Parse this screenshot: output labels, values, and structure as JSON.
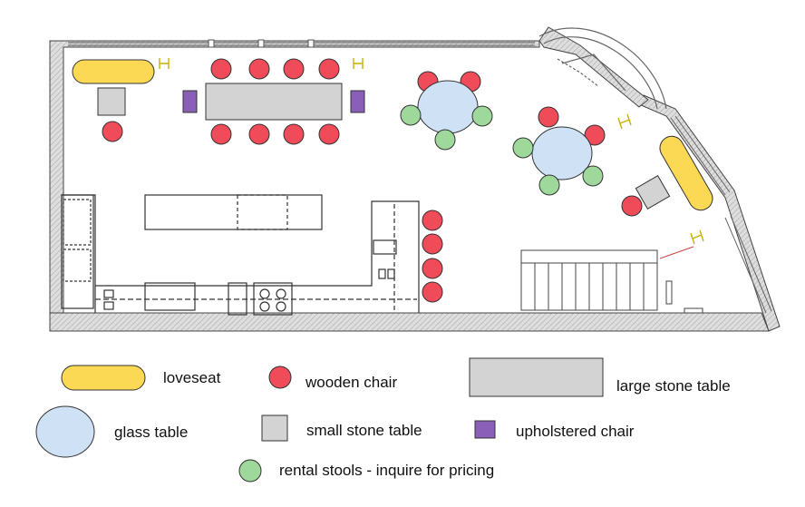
{
  "legend": {
    "loveseat": {
      "label": "loveseat",
      "color": "#fcd955"
    },
    "wooden_chair": {
      "label": "wooden chair",
      "color": "#ef4b59"
    },
    "large_stone_table": {
      "label": "large stone table",
      "color": "#d3d3d3"
    },
    "glass_table": {
      "label": "glass table",
      "color": "#cfe2f5"
    },
    "small_stone_table": {
      "label": "small stone table",
      "color": "#d3d3d3"
    },
    "upholstered_chair": {
      "label": "upholstered chair",
      "color": "#8a5fb8"
    },
    "rental_stools": {
      "label": "rental stools - inquire for pricing",
      "color": "#9ed89a"
    }
  },
  "colors": {
    "wall": "#d9d9d9",
    "line": "#333333",
    "stool": "#9ed89a"
  }
}
